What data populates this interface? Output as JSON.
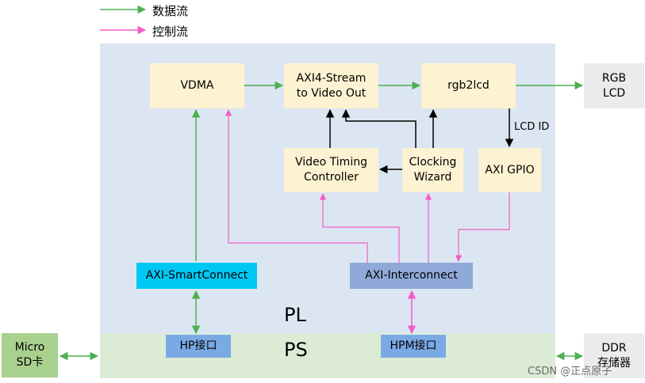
{
  "legend": {
    "data_flow": {
      "label": "数据流",
      "color": "#4caf50"
    },
    "control_flow": {
      "label": "控制流",
      "color": "#f25cc9"
    }
  },
  "regions": {
    "pl": {
      "label": "PL"
    },
    "ps": {
      "label": "PS"
    }
  },
  "blocks": {
    "vdma": "VDMA",
    "axi4_stream": "AXI4-Stream\nto Video Out",
    "rgb2lcd": "rgb2lcd",
    "rgb_lcd": "RGB\nLCD",
    "video_timing": "Video Timing\nController",
    "clocking_wizard": "Clocking\nWizard",
    "axi_gpio": "AXI GPIO",
    "axi_smartconnect": "AXI-SmartConnect",
    "axi_interconnect": "AXI-Interconnect",
    "hp_port": "HP接口",
    "hpm_port": "HPM接口",
    "micro_sd": "Micro\nSD卡",
    "ddr": "DDR\n存储器"
  },
  "labels": {
    "lcd_id": "LCD ID"
  },
  "watermark": "CSDN @正点原子",
  "colors": {
    "data": "#4caf50",
    "control": "#f25cc9",
    "black": "#000000"
  }
}
